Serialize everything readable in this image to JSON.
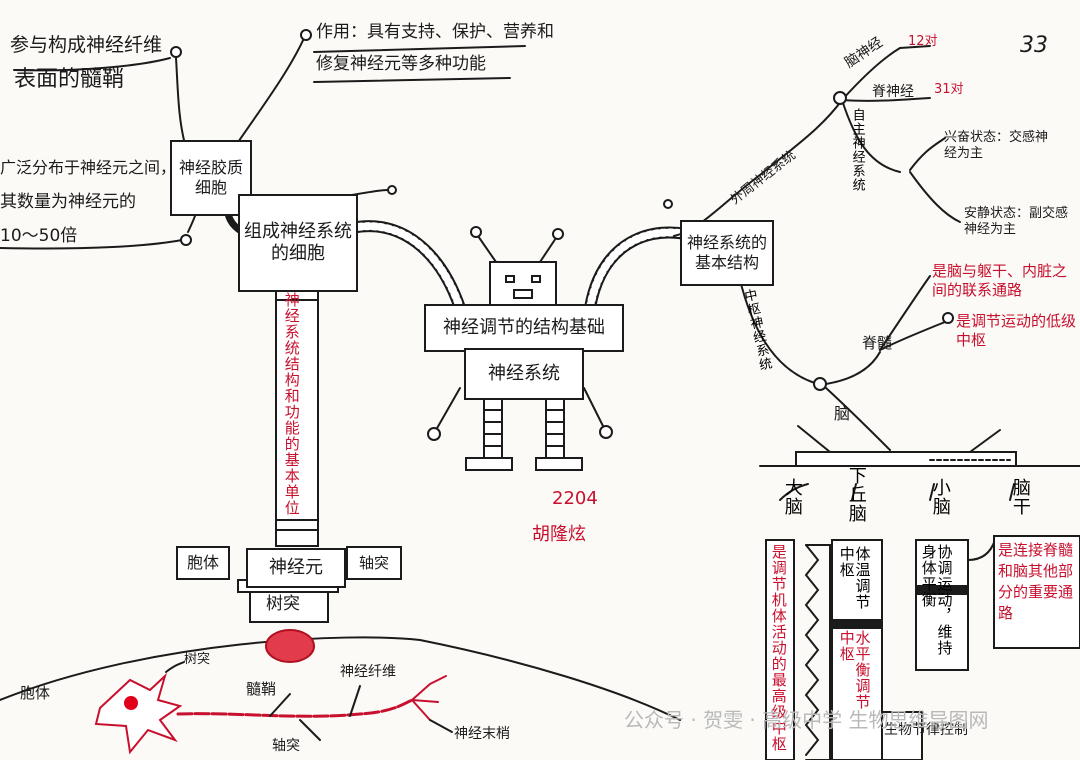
{
  "page_number": "33",
  "glia": {
    "part_of": "参与构成神经纤维",
    "myelin": "表面的髓鞘",
    "function_line1": "作用：具有支持、保护、营养和",
    "function_line2": "修复神经元等多种功能",
    "distribution_line1": "广泛分布于神经元之间，",
    "distribution_line2": "其数量为神经元的",
    "distribution_line3": "10～50倍",
    "box_label": "神经胶质细胞"
  },
  "cells_box": "组成神经系统的细胞",
  "robot": {
    "head_label": "神经调节的结构基础",
    "body_label": "神经系统"
  },
  "author": {
    "class": "2204",
    "name": "胡隆炫"
  },
  "neuron": {
    "basic_unit": "神经系统结构和功能的基本单位",
    "cell_body": "胞体",
    "center": "神经元",
    "axon": "轴突",
    "dendrite": "树突",
    "diagram_labels": {
      "dendrite": "树突",
      "cell_body": "胞体",
      "myelin": "髓鞘",
      "nerve_fiber": "神经纤维",
      "axon": "轴突",
      "nerve_ending": "神经末梢"
    }
  },
  "ns_structure": {
    "box_label": "神经系统的基本结构",
    "peripheral": "外周神经系统",
    "central": "中枢神经系统",
    "cranial": "脑神经",
    "cranial_count": "12对",
    "spinal": "脊神经",
    "spinal_count": "31对",
    "autonomic": "自主神经系统",
    "sympathetic_state": "兴奋状态：交感神经为主",
    "parasympathetic_state": "安静状态：副交感神经为主",
    "spinal_cord": "脊髓",
    "spinal_cord_fn1": "是脑与躯干、内脏之间的联系通路",
    "spinal_cord_fn2": "是调节运动的低级中枢",
    "brain": "脑"
  },
  "brain_parts": {
    "cerebrum": {
      "name": "大脑",
      "fn": "是调节机体活动的最高级中枢"
    },
    "hypothalamus": {
      "name": "下丘脑",
      "fn1": "体温调节中枢",
      "fn2": "水平衡调节中枢",
      "fn3": "生物节律控制"
    },
    "cerebellum": {
      "name": "小脑",
      "fn": "协调运动，维持身体平衡"
    },
    "brainstem": {
      "name": "脑干",
      "fn": "是连接脊髓和脑其他部分的重要通路"
    }
  },
  "watermark": "公众号 · 贺雯 · 高级中学 生物思维导图网"
}
